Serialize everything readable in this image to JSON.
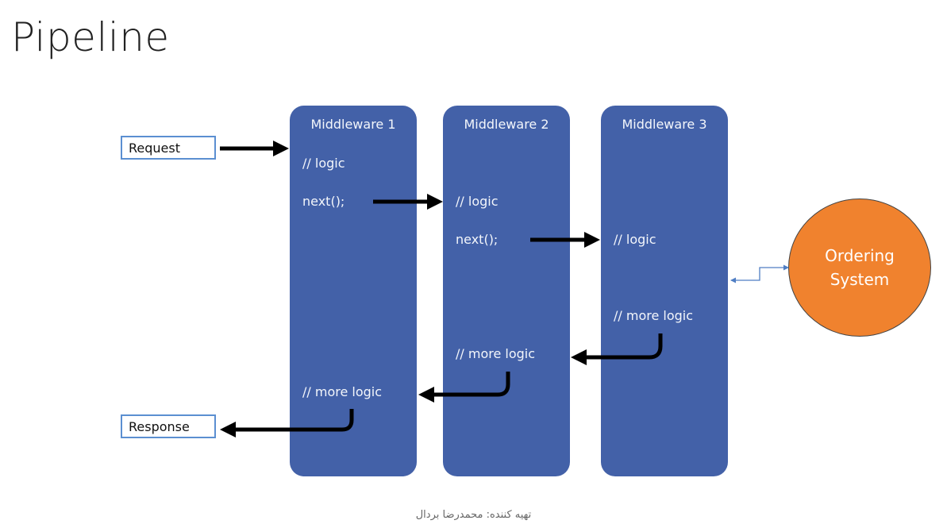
{
  "title": "Pipeline",
  "request_label": "Request",
  "response_label": "Response",
  "middlewares": [
    {
      "name": "Middleware 1",
      "logic": "// logic",
      "next": "next();",
      "more": "// more logic"
    },
    {
      "name": "Middleware 2",
      "logic": "// logic",
      "next": "next();",
      "more": "// more logic"
    },
    {
      "name": "Middleware 3",
      "logic": "// logic",
      "more": "// more logic"
    }
  ],
  "ordering_system": {
    "line1": "Ordering",
    "line2": "System"
  },
  "footer": "تهیه کننده: محمدرضا بردال",
  "colors": {
    "middleware": "#4361a8",
    "ordering": "#f0822e",
    "box_border": "#5b8fd1",
    "connector": "#4f7ec4"
  }
}
